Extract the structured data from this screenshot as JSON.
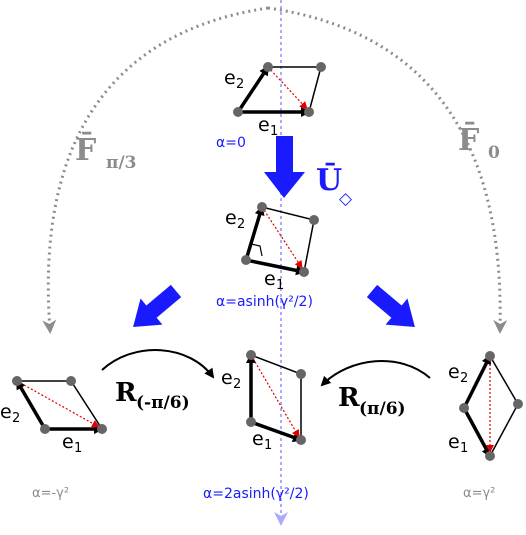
{
  "diagram": {
    "basis_labels": {
      "e1": "e",
      "e1_sub": "1",
      "e2": "e",
      "e2_sub": "2"
    },
    "alphas": {
      "top": "α=0",
      "middle": "α=asinh(γ²/2)",
      "left": "α=-γ²",
      "center": "α=2asinh(γ²/2)",
      "right": "α=γ²"
    },
    "operators": {
      "f_pi3": {
        "main": "F̄",
        "sub": "π/3"
      },
      "f_0": {
        "main": "F̄",
        "sub": "0"
      },
      "u_diamond": {
        "main": "Ū",
        "sub": "◇"
      },
      "r_neg": {
        "main": "R",
        "sub": "(-π/6)"
      },
      "r_pos": {
        "main": "R",
        "sub": "(π/6)"
      }
    },
    "colors": {
      "blue": "#1a1aff",
      "gray": "#8c8c8c",
      "dot": "#666666",
      "diag": "#e00000",
      "axis": "#aaaaff"
    }
  }
}
